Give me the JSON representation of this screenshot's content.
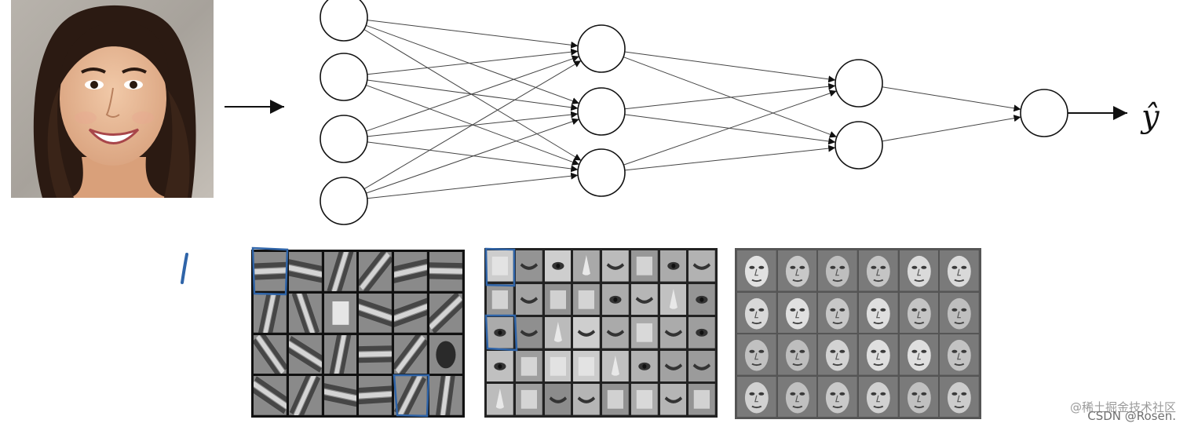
{
  "network": {
    "layers": [
      4,
      3,
      2,
      1
    ],
    "output_label": "ŷ"
  },
  "feature_grids": [
    {
      "name": "edges",
      "rows": 4,
      "cols": 6,
      "kind": "edge"
    },
    {
      "name": "face-parts",
      "rows": 5,
      "cols": 8,
      "kind": "part"
    },
    {
      "name": "faces",
      "rows": 4,
      "cols": 6,
      "kind": "face"
    }
  ],
  "watermark": {
    "line1": "@稀土掘金技术社区",
    "line2": "CSDN @Rosen."
  },
  "colors": {
    "ink_blue": "#2f64a8",
    "node_stroke": "#111111",
    "edge_stroke": "#444444"
  }
}
